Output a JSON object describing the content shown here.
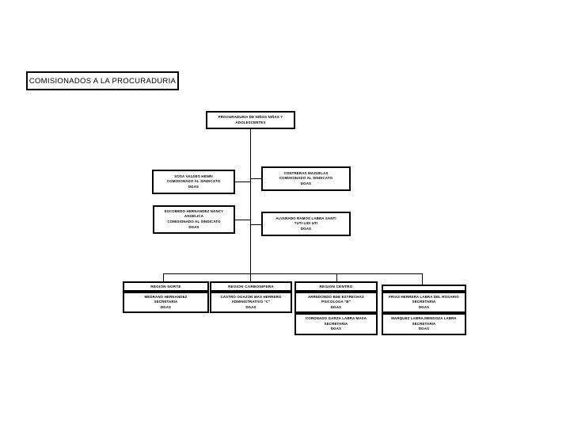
{
  "diagram": {
    "type": "organizational-chart",
    "title": "COMISIONADOS A LA PROCURADURIA",
    "root": {
      "lines": [
        "PROCURADURIA DE NIÑOS NIÑAS Y",
        "ADOLESCENTES"
      ]
    },
    "branches": [
      {
        "side": "left",
        "lines": [
          "SOSA VALDES HENRI",
          "COMISIONADO AL SINDICATO",
          "DGAS"
        ]
      },
      {
        "side": "right",
        "lines": [
          "CONTRERAS MAZUELAS",
          "COMISIONADO AL SINDICATO",
          "DGAS"
        ]
      },
      {
        "side": "left",
        "lines": [
          "ESCOBEDO HERNANDEZ NANCY",
          "ANGELICA",
          "COMISIONADO AL SINDICATO",
          "DGAS"
        ]
      },
      {
        "side": "right",
        "lines": [
          "ALVARADO RAMOS LABRA SANTI",
          "TUTI LIDI UTI",
          "DGAS"
        ]
      }
    ],
    "regions": [
      {
        "header": "REGION NORTE",
        "entries": [
          {
            "lines": [
              "MEDRANO HERNANDEZ",
              "SECRETARIA",
              "DGAS"
            ]
          }
        ]
      },
      {
        "header": "REGION CARBONIFERA",
        "entries": [
          {
            "lines": [
              "CASTRO OGAZON MAS HERRERO",
              "ADMINISTRATIVO \"C\"",
              "DGAS"
            ]
          }
        ]
      },
      {
        "header": "REGION CENTRO",
        "entries": [
          {
            "lines": [
              "ARREDONDO BDE ESTRECHAS",
              "PSICOLOGA \"B\"",
              "DGAS"
            ]
          },
          {
            "lines": [
              "CORONADO GARZA LABRA MASA",
              "SECRETARIA",
              "DGAS"
            ]
          }
        ]
      },
      {
        "header": "",
        "entries": [
          {
            "lines": [
              "FRIAS HERRERA LABRA DEL ROSARIO",
              "SECRETARIA",
              "DGAS"
            ]
          },
          {
            "lines": [
              "MARQUEZ LABRA MENDOZA LABRA",
              "SECRETARIA",
              "DGAS"
            ]
          }
        ]
      }
    ]
  }
}
